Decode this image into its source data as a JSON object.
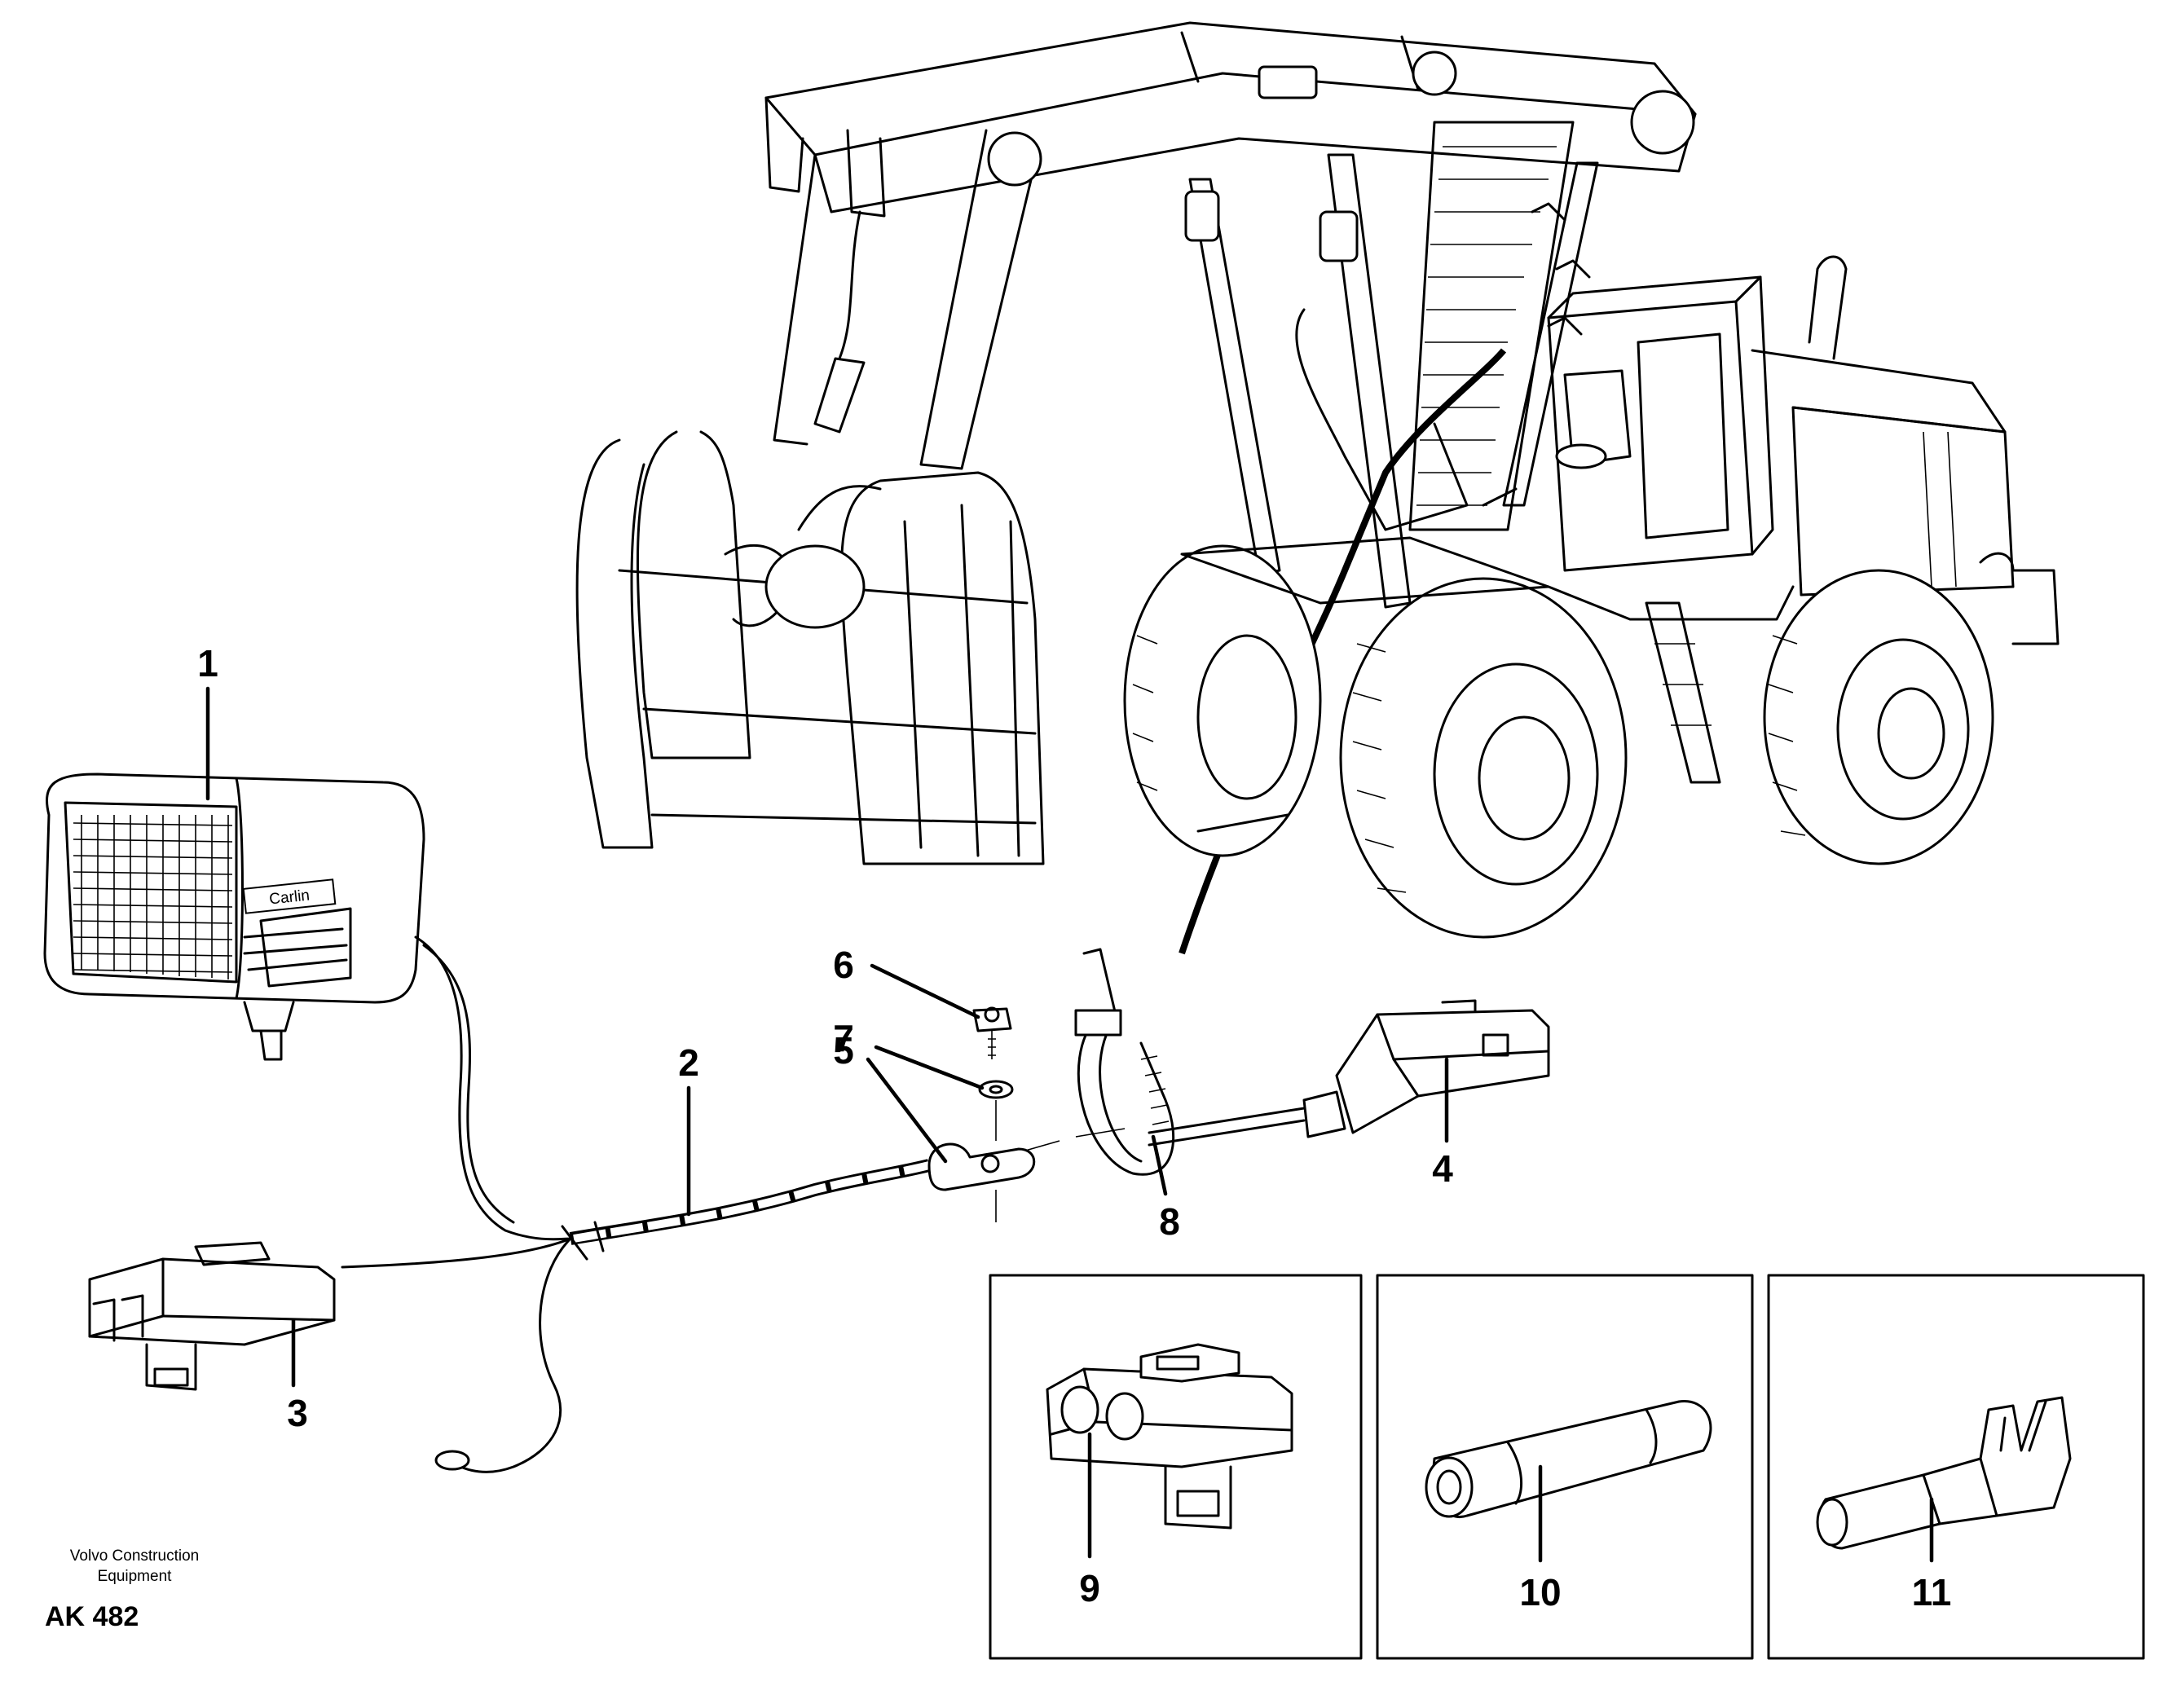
{
  "diagram": {
    "footer": {
      "company_line1": "Volvo Construction",
      "company_line2": "Equipment",
      "code": "AK 482"
    },
    "callouts": [
      {
        "id": "1",
        "label": "1"
      },
      {
        "id": "2",
        "label": "2"
      },
      {
        "id": "3",
        "label": "3"
      },
      {
        "id": "4",
        "label": "4"
      },
      {
        "id": "5",
        "label": "5"
      },
      {
        "id": "6",
        "label": "6"
      },
      {
        "id": "7",
        "label": "7"
      },
      {
        "id": "8",
        "label": "8"
      },
      {
        "id": "9",
        "label": "9"
      },
      {
        "id": "10",
        "label": "10"
      },
      {
        "id": "11",
        "label": "11"
      }
    ],
    "lamp_brand": "Carlin"
  }
}
